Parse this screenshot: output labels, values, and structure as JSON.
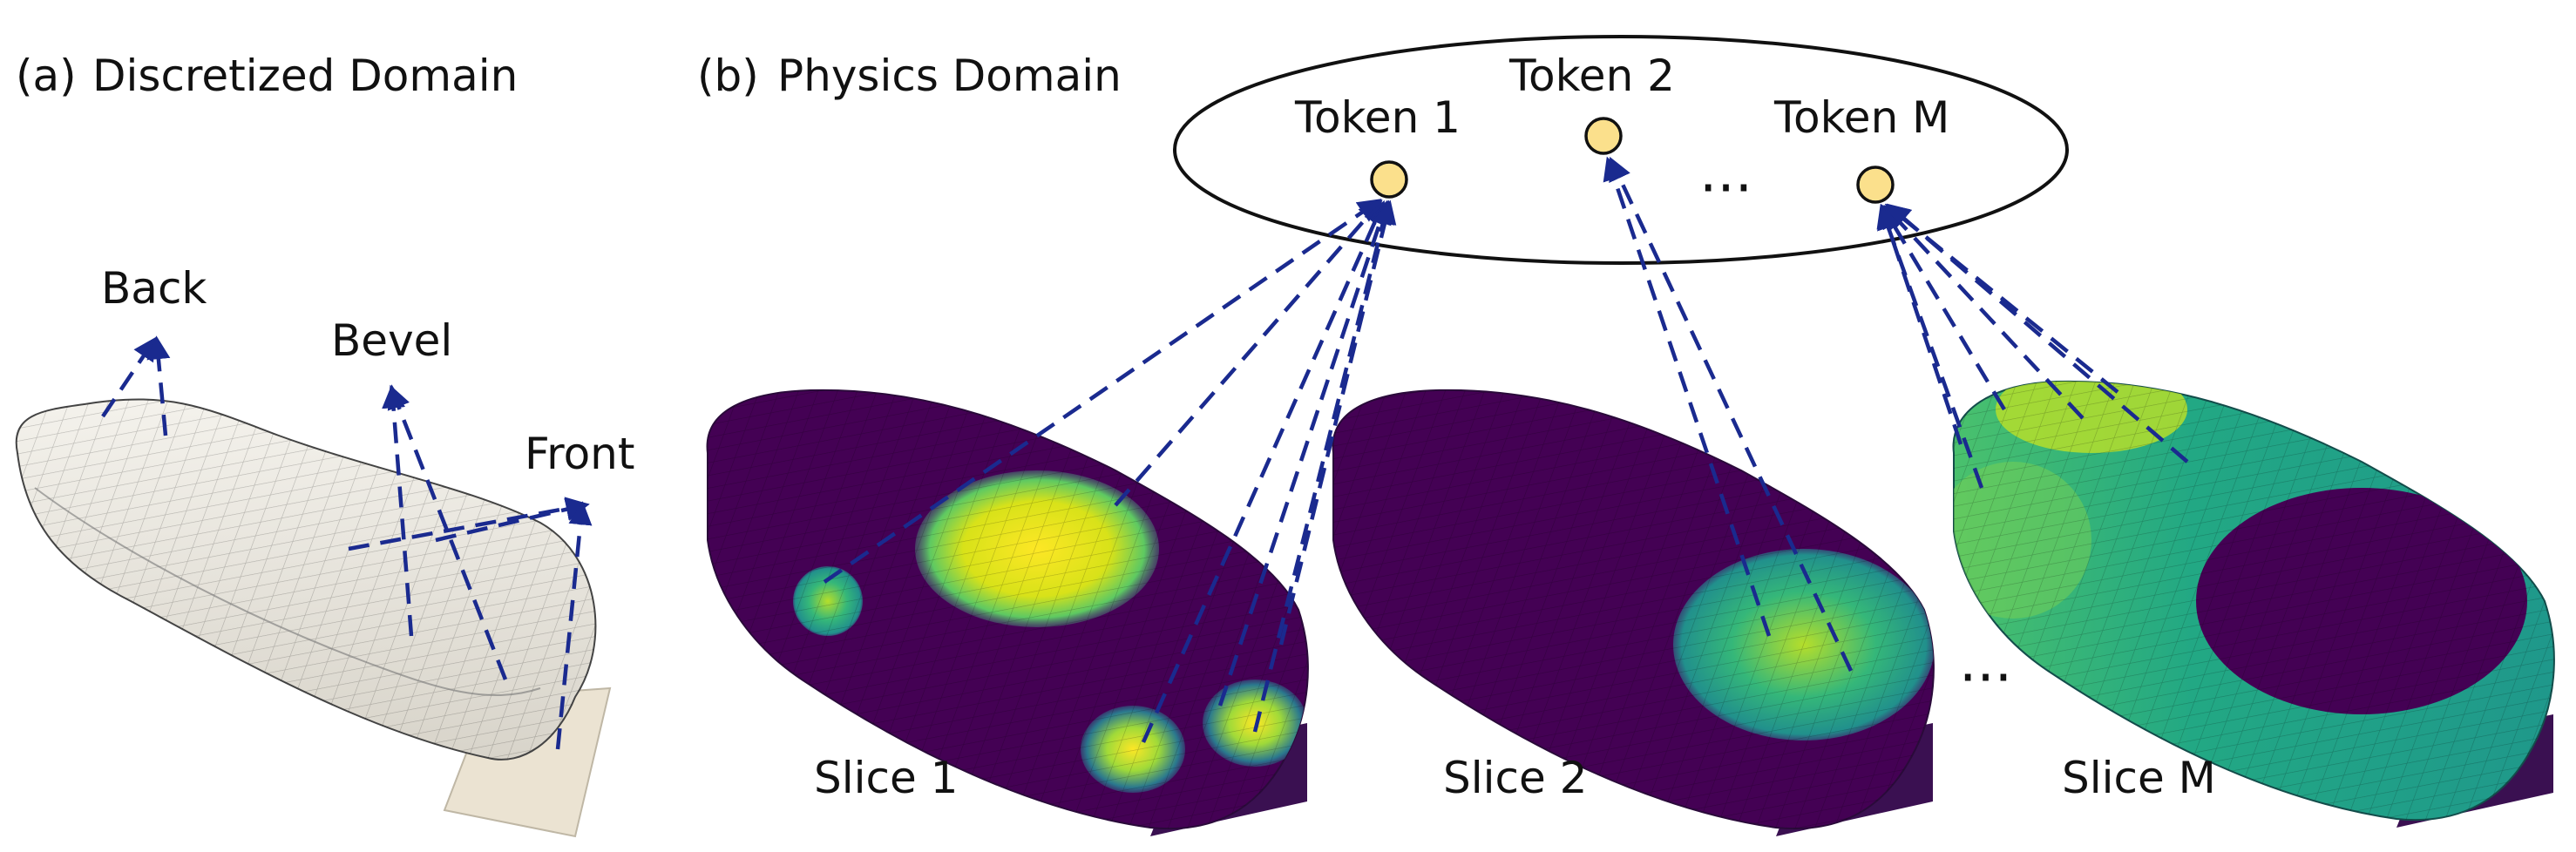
{
  "panel_a": {
    "title_prefix": "(a)",
    "title": "Discretized Domain",
    "labels": {
      "back": "Back",
      "bevel": "Bevel",
      "front": "Front"
    }
  },
  "panel_b": {
    "title_prefix": "(b)",
    "title": "Physics Domain",
    "tokens": {
      "token1": "Token 1",
      "token2": "Token 2",
      "tokenM": "Token M",
      "ellipsis": "···"
    },
    "slices": {
      "slice1": "Slice 1",
      "slice2": "Slice 2",
      "sliceM": "Slice M",
      "ellipsis": "···"
    }
  },
  "colors": {
    "arrow": "#1a2a8f",
    "token_fill": "#fbe08c",
    "car_plain": "#ece9e1",
    "viridis_low": "#440154",
    "viridis_mid": "#21908c",
    "viridis_high": "#fde725"
  }
}
